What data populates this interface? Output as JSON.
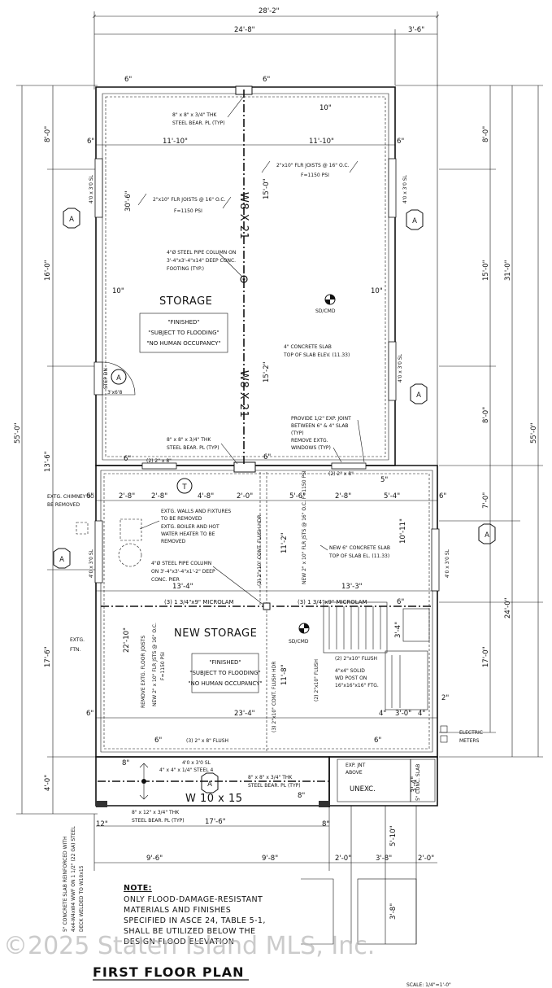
{
  "plan": {
    "title": "FIRST FLOOR PLAN",
    "scale": "SCALE: 1/4\"=1'-0\"",
    "watermark": "©2025 Staten Island MLS, Inc."
  },
  "overall_dims": {
    "top_total": "28'-2\"",
    "top_main": "24'-8\"",
    "top_right": "3'-6\"",
    "left_total": "55'-0\"",
    "right_total": "55'-0\"",
    "left_segments": [
      "8'-0\"",
      "16'-0\"",
      "13'-6\"",
      "17'-6\"",
      "4'-0\""
    ],
    "right_segments": [
      "8'-0\"",
      "31'-0\"",
      "15'-0\"",
      "8'-0\"",
      "7'-0\"",
      "24'-0\"",
      "17'-0\""
    ]
  },
  "rooms": {
    "storage": "STORAGE",
    "new_storage": "NEW STORAGE",
    "unexc": "UNEXC.",
    "finished": [
      "\"FINISHED\"",
      "\"SUBJECT TO FLOODING\"",
      "\"NO HUMAN OCCUPANCY\""
    ]
  },
  "beams": {
    "w8x21_top": "W8 X 21",
    "w8x21_bot": "W8 X 21",
    "microlam_left": "(3) 1 3/4\"x9\" MICROLAM",
    "microlam_right": "(3) 1 3/4\"x9\" MICROLAM",
    "w10x15": "W 10 x 15"
  },
  "notes": {
    "steel_bear_top": [
      "8\" x 8\" x 3/4\" THK",
      "STEEL BEAR. PL (TYP)"
    ],
    "steel_bear_mid": [
      "8\" x 8\" x 3/4\" THK",
      "STEEL BEAR. PL (TYP)"
    ],
    "steel_bear_low": [
      "8\" x 8\" x 3/4\" THK",
      "STEEL BEAR. PL (TYP)"
    ],
    "steel_bear_12": [
      "8\" x 12\" x 3/4\" THK",
      "STEEL BEAR. PL (TYP)"
    ],
    "joists_right": [
      "2\"x10\" FLR JOISTS @ 16\" O.C.",
      "F=1150 PSI"
    ],
    "joists_left": [
      "2\"x10\" FLR JOISTS @ 16\" O.C.",
      "F=1150 PSI"
    ],
    "steel_column_top": [
      "4\"Ø STEEL PIPE COLUMN ON",
      "3'-4\"x3'-4\"x14\" DEEP CONC.",
      "FOOTING (TYP.)"
    ],
    "steel_column_mid": [
      "4\"Ø STEEL PIPE COLUMN",
      "ON 3'-4\"x3'-4\"x1'-2\" DEEP",
      "CONC. PIER"
    ],
    "slab": [
      "4\" CONCRETE SLAB",
      "TOP OF SLAB ELEV. (11.33)"
    ],
    "exp_joint": [
      "PROVIDE 1/2\" EXP. JOINT",
      "BETWEEN 6\" & 4\" SLAB",
      "(TYP)",
      "REMOVE EXTG.",
      "WINDOWS (TYP)"
    ],
    "remove_walls": [
      "EXTG. WALLS AND FIXTURES",
      "TO BE REMOVED",
      "EXTG. BOILER AND HOT",
      "WATER HEATER TO BE",
      "REMOVED"
    ],
    "chimney": [
      "EXTG. CHIMNEY TO",
      "BE REMOVED"
    ],
    "new_slab": [
      "NEW 6\" CONCRETE SLAB",
      "TOP OF SLAB EL. (11.33)"
    ],
    "new_joists": "NEW 2\" x 10\" FLR JSTS @ 16\" O.C. F=1150 PSI",
    "remove_joists": "REMOVE EXTG. FLOOR JOISTS",
    "new_joists_left": [
      "NEW 2\" x 10\" FLR JSTS @ 16\" O.C.",
      "F=1150 PSI"
    ],
    "flush_right": [
      "(2) 2\"x10\" FLUSH",
      "4\"x4\" SOLID",
      "WD POST ON",
      "16\"x16\"x16\" FTG."
    ],
    "extg_ftn": [
      "EXTG.",
      "FTN."
    ],
    "electric": [
      "ELECTRIC",
      "METERS"
    ],
    "sd_cmd_top": "SD/CMD",
    "sd_cmd_bot": "SD/CMD",
    "exp_jnt": [
      "EXP. JNT",
      "ABOVE"
    ],
    "conc_slab": "5\" CONC. SLAB",
    "steel_lintel": [
      "4'0 x 3'0 SL",
      "4\" x 4\" x 1/4\" STEEL 4"
    ],
    "concrete_slab_side": [
      "5\" CONCRETE SLAB REINFORCED WITH",
      "4x4-W4xW4 WWF ON 1 1/2\" (22 GA) STEEL",
      "DECK WELDED TO W10x15"
    ],
    "door": "3'x6'8",
    "step_dn": "STEP DN",
    "flush_hdr_mid": "(3) 2\"x10\" CONT. FLUSH HDR",
    "flush_hdr_low": "(3) 2\"x10\" CONT. FLUSH HDR",
    "flush_2x10": "(2) 2\"x10\" FLUSH",
    "flush_2x8": "(3) 2\" x 8\" FLUSH",
    "upper_2x8": "(2) 2\" x 8\"",
    "upper_2x8_r": "(2) 2\" x 8\""
  },
  "windows": [
    "4'0 x 3'0 SL",
    "4'0 x 3'0 SL",
    "4'0 x 3'0 SL",
    "4'0 x 3'0 SL",
    "4'0 x 3'0 SL"
  ],
  "note_box": {
    "heading": "NOTE:",
    "lines": [
      "ONLY FLOOD-DAMAGE-RESISTANT",
      "MATERIALS AND FINISHES",
      "SPECIFIED IN ASCE 24, TABLE 5-1,",
      "SHALL BE UTILIZED BELOW THE",
      "DESIGN FLOOD ELEVATION"
    ]
  },
  "tags": {
    "a": "A",
    "t": "T"
  },
  "interior_dims": {
    "top_row": [
      "11'-10\"",
      "11'-10\""
    ],
    "mid_row": [
      "2'-8\"",
      "2'-8\"",
      "4'-8\"",
      "2'-0\"",
      "5'-6\"",
      "2'-8\"",
      "5'-4\""
    ],
    "microlam_row": [
      "13'-4\"",
      "13'-3\""
    ],
    "bottom_row": [
      "23'-4\"",
      "3'-0\""
    ],
    "deck_row": [
      "17'-6\""
    ],
    "base_row": [
      "9'-6\"",
      "9'-8\"",
      "2'-0\"",
      "3'-8\"",
      "2'-0\""
    ],
    "vertical": [
      "30'-6\"",
      "15'-0\"",
      "15'-2\"",
      "11'-2\"",
      "10'-11\"",
      "22'-10\"",
      "11'-8\"",
      "3'-4\"",
      "5'-10\"",
      "3'-8\"",
      "3'-4\""
    ],
    "small": [
      "6\"",
      "10\"",
      "8\"",
      "5\"",
      "4\"",
      "2\"",
      "12\""
    ]
  }
}
